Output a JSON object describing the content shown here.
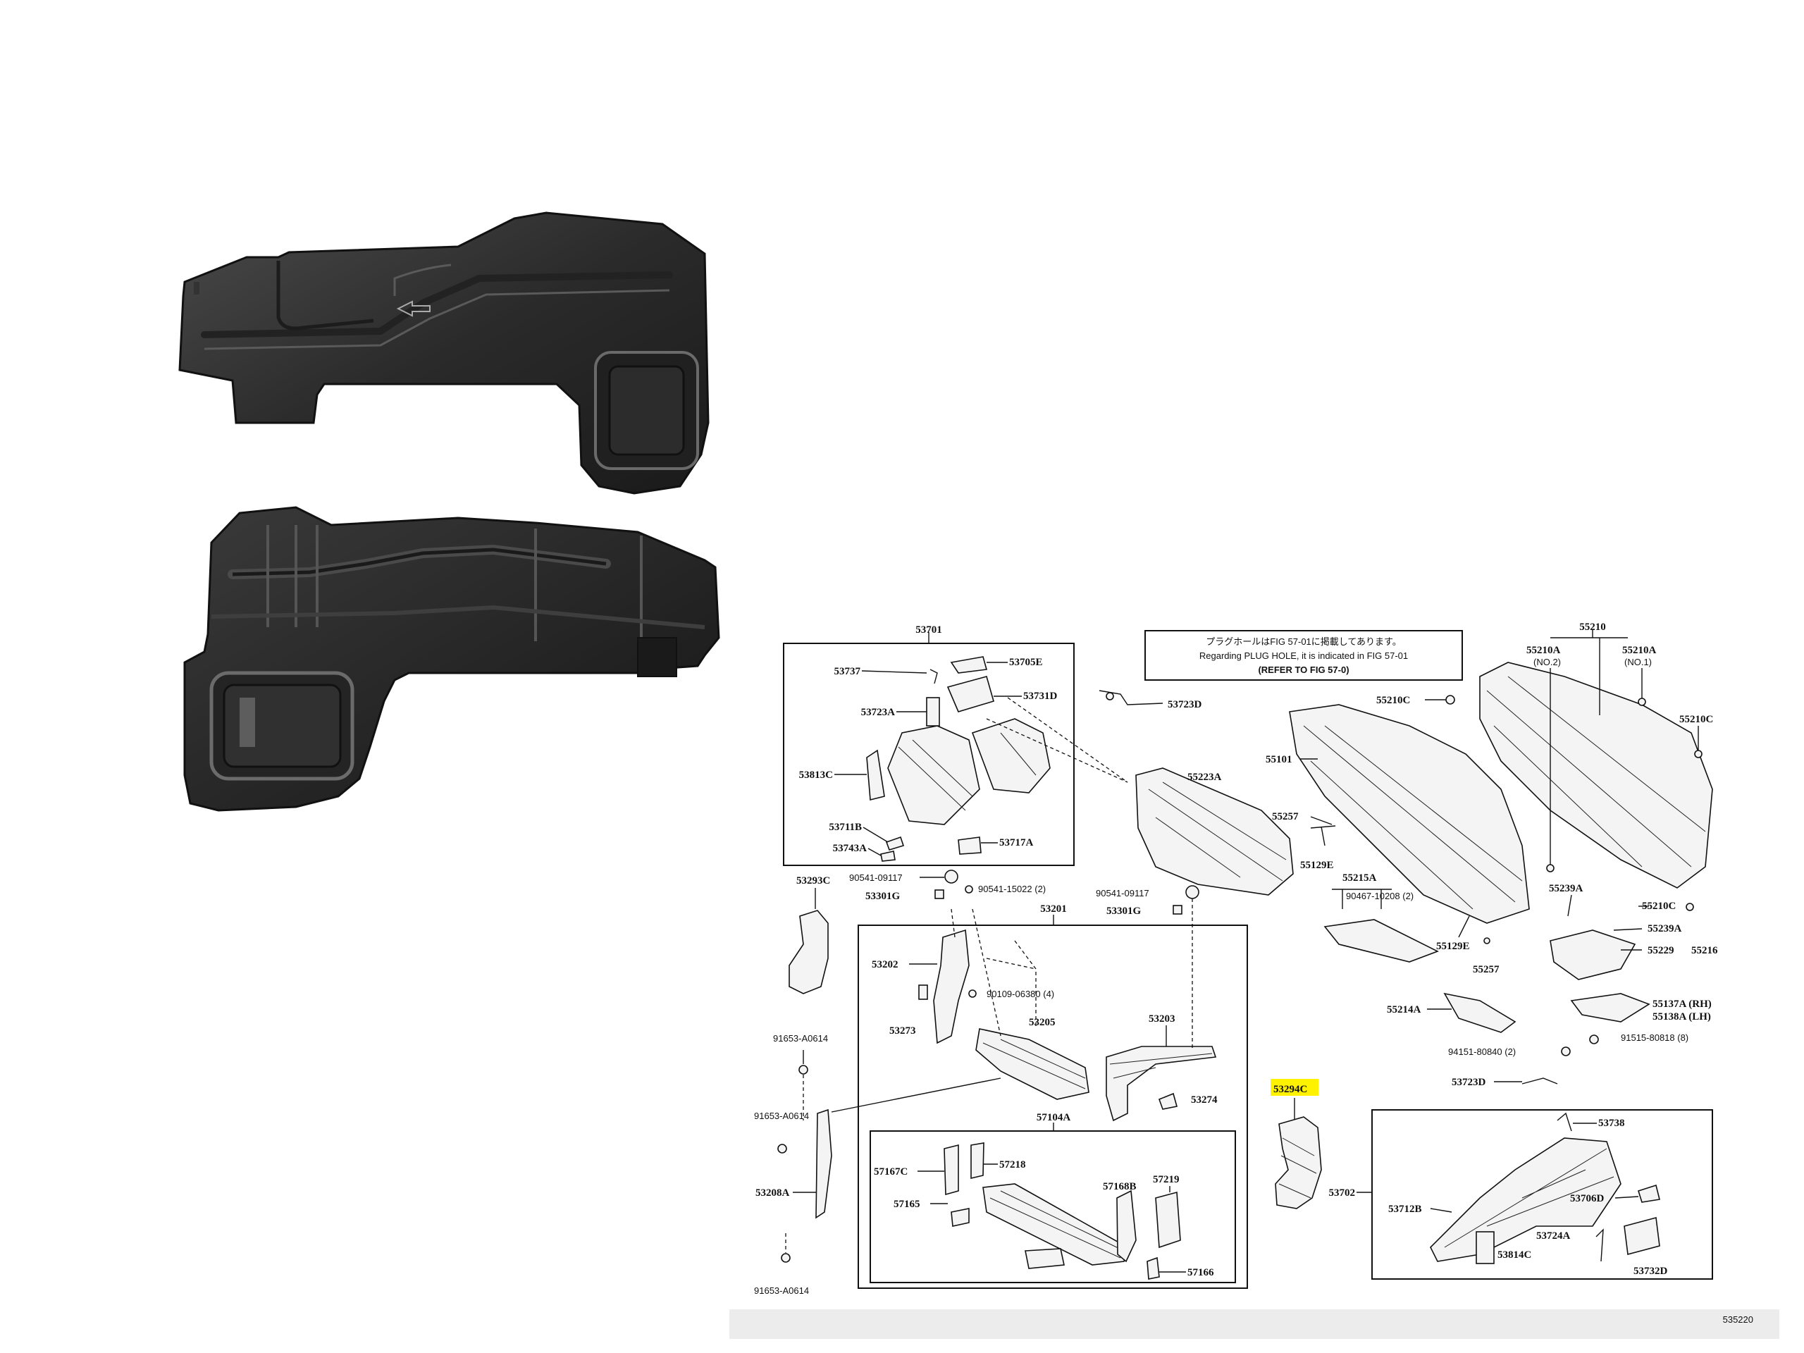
{
  "note": {
    "line1": "プラグホールはFIG 57-01に掲載してあります。",
    "line2": "Regarding PLUG HOLE, it is indicated in FIG 57-01",
    "line3": "(REFER TO FIG 57-0)"
  },
  "figure_id": "535220",
  "highlight_color": "#fff200",
  "highlighted_part": "53294C",
  "labels": {
    "53701": "53701",
    "53737": "53737",
    "53705E": "53705E",
    "53731D": "53731D",
    "53723A": "53723A",
    "53813C": "53813C",
    "53711B": "53711B",
    "53743A": "53743A",
    "53717A": "53717A",
    "53723D_top": "53723D",
    "55223A": "55223A",
    "55101": "55101",
    "55210C_a": "55210C",
    "55210": "55210",
    "55210A_no2": "55210A",
    "no2": "(NO.2)",
    "55210A_no1": "55210A",
    "no1": "(NO.1)",
    "55210C_b": "55210C",
    "55257_a": "55257",
    "55129E_a": "55129E",
    "55215A": "55215A",
    "90467": "90467-10208 (2)",
    "55239A_a": "55239A",
    "55210C_c": "55210C",
    "55239A_b": "55239A",
    "55229": "55229",
    "55216": "55216",
    "55129E_b": "55129E",
    "55257_b": "55257",
    "55214A": "55214A",
    "55137A": "55137A (RH)",
    "55138A": "55138A (LH)",
    "94151": "94151-80840 (2)",
    "91515": "91515-80818 (8)",
    "53723D_b": "53723D",
    "53294C": "53294C",
    "53738": "53738",
    "53702": "53702",
    "53712B": "53712B",
    "53706D": "53706D",
    "53724A": "53724A",
    "53814C": "53814C",
    "53732D": "53732D",
    "90541_a": "90541-09117",
    "53301G_a": "53301G",
    "90541_15022": "90541-15022 (2)",
    "90541_b": "90541-09117",
    "53301G_b": "53301G",
    "53293C": "53293C",
    "53201": "53201",
    "53202": "53202",
    "90109": "90109-06380 (4)",
    "53273": "53273",
    "53205": "53205",
    "53203": "53203",
    "53274": "53274",
    "91653_a": "91653-A0614",
    "91653_b": "91653-A0614",
    "53208A": "53208A",
    "91653_c": "91653-A0614",
    "57104A": "57104A",
    "57167C": "57167C",
    "57218": "57218",
    "57165": "57165",
    "57168B": "57168B",
    "57219": "57219",
    "57166": "57166"
  }
}
